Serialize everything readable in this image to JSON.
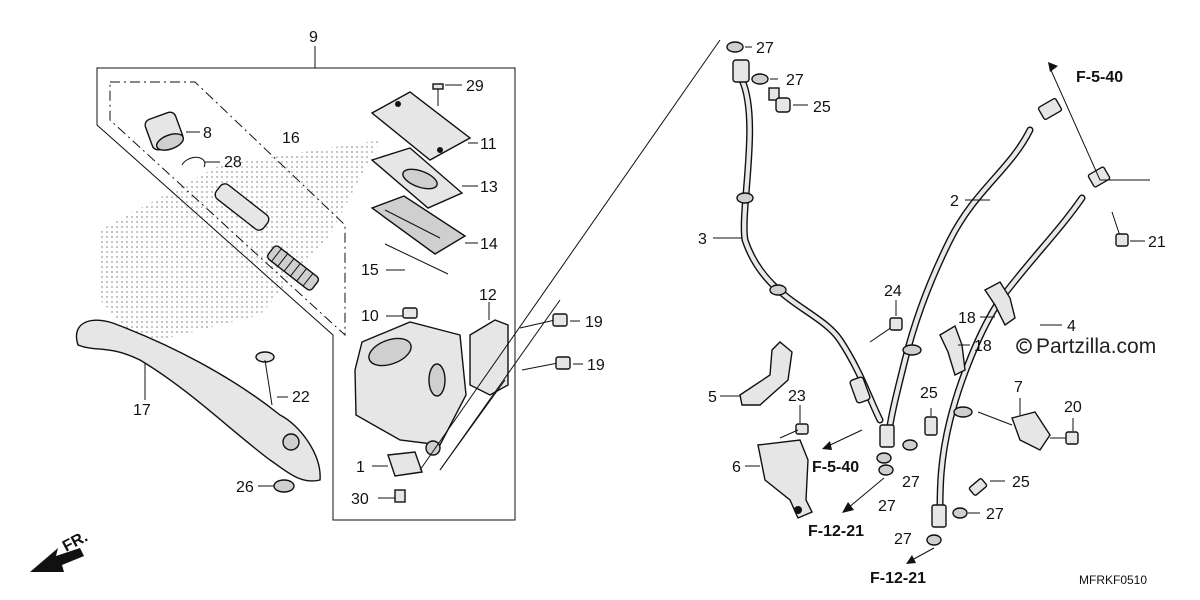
{
  "diagram": {
    "callouts": {
      "c1": "1",
      "c2": "2",
      "c3": "3",
      "c4": "4",
      "c5": "5",
      "c6": "6",
      "c7": "7",
      "c8": "8",
      "c9": "9",
      "c10": "10",
      "c11": "11",
      "c12": "12",
      "c13": "13",
      "c14": "14",
      "c15": "15",
      "c16": "16",
      "c17": "17",
      "c18a": "18",
      "c18b": "18",
      "c19a": "19",
      "c19b": "19",
      "c20": "20",
      "c21": "21",
      "c22": "22",
      "c23": "23",
      "c24": "24",
      "c25a": "25",
      "c25b": "25",
      "c25c": "25",
      "c26": "26",
      "c27a": "27",
      "c27b": "27",
      "c27c": "27",
      "c27d": "27",
      "c27e": "27",
      "c27f": "27",
      "c28": "28",
      "c29": "29",
      "c30": "30"
    },
    "references": {
      "f540_top": "F-5-40",
      "f540_mid": "F-5-40",
      "f1221_mid": "F-12-21",
      "f1221_bottom": "F-12-21"
    },
    "direction_label": "FR.",
    "watermark": "Partzilla.com",
    "diagram_code": "MFRKF0510"
  }
}
